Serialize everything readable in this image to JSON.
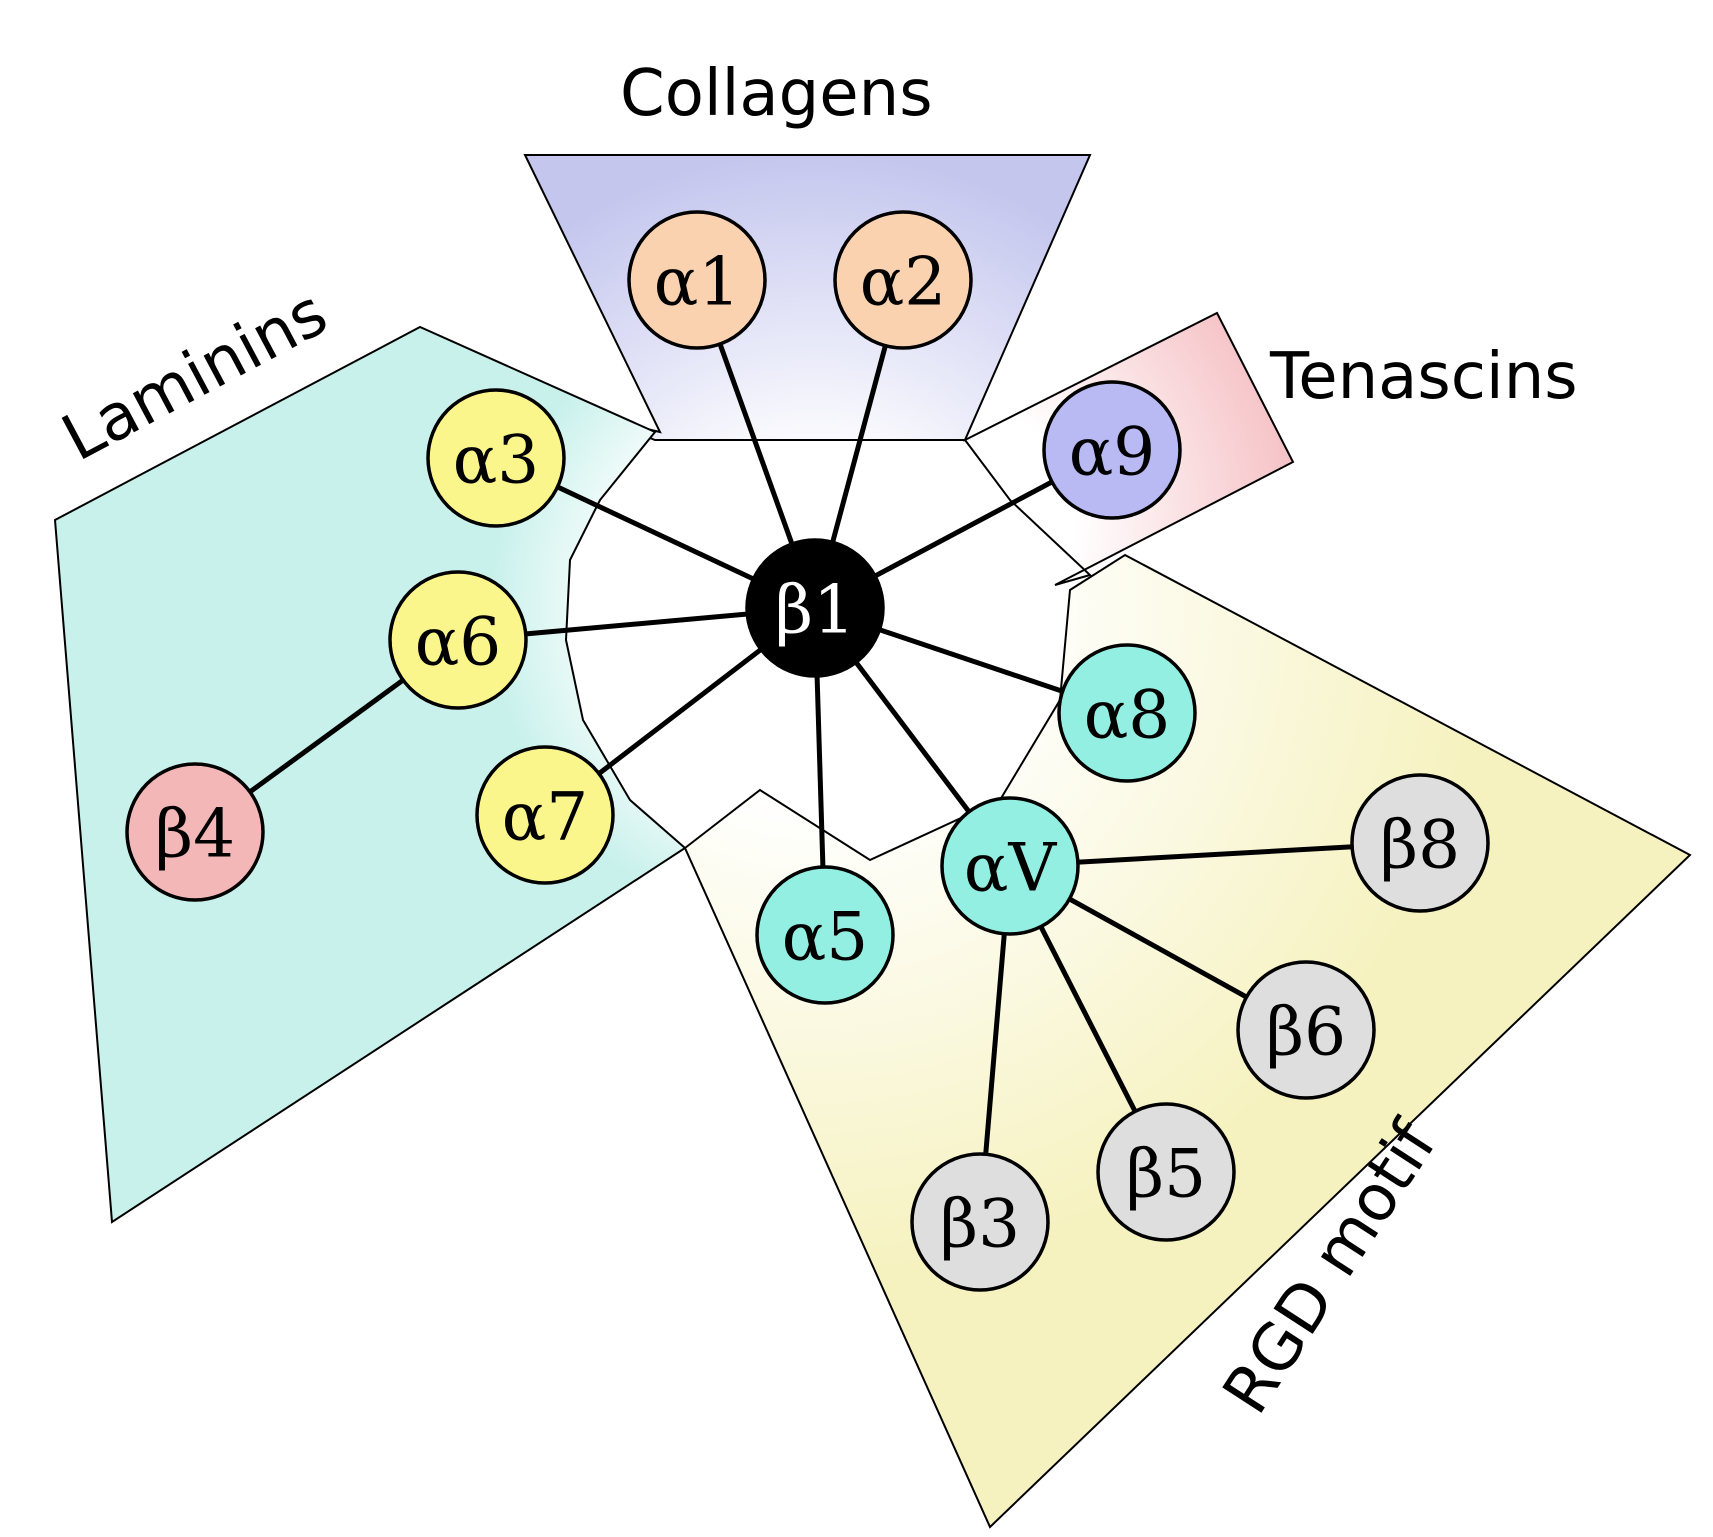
{
  "regions": {
    "collagens": {
      "label": "Collagens",
      "color": "#c4c6ee"
    },
    "laminins": {
      "label": "Laminins",
      "color": "#c9f1ec"
    },
    "tenascins": {
      "label": "Tenascins",
      "color": "#f6c4c8"
    },
    "rgd": {
      "label": "RGD motif",
      "color": "#f6f2c0"
    }
  },
  "node_colors": {
    "collagen_alpha": "#fad2b0",
    "laminin_alpha": "#fbf68c",
    "tenascin_alpha": "#b9b9f3",
    "rgd_alpha": "#93efe2",
    "beta_partner": "#dedede",
    "beta4": "#f4b7b8",
    "beta1": "#000000"
  },
  "nodes": {
    "b1": "β1",
    "a1": "α1",
    "a2": "α2",
    "a3": "α3",
    "a6": "α6",
    "a7": "α7",
    "a9": "α9",
    "a8": "α8",
    "a5": "α5",
    "aV": "αV",
    "b4": "β4",
    "b8": "β8",
    "b6": "β6",
    "b5": "β5",
    "b3": "β3"
  }
}
